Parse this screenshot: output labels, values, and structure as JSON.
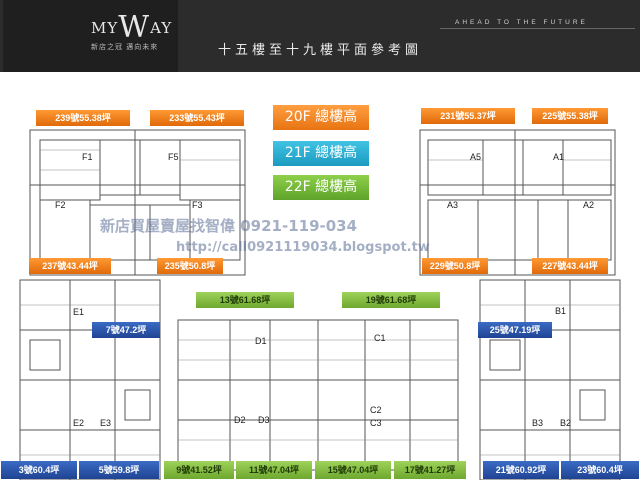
{
  "header": {
    "logo_top": "MY",
    "logo_big": "W",
    "logo_rest": "AY",
    "logo_sub": "新店之冠 邁向未來",
    "tagline": "AHEAD TO THE FUTURE",
    "title": "十五樓至十九樓平面參考圖"
  },
  "floors": {
    "f20": "20F 總樓高",
    "f21": "21F 總樓高",
    "f22": "22F  總樓高"
  },
  "units_top": [
    {
      "label": "239號55.38坪"
    },
    {
      "label": "233號55.43坪"
    },
    {
      "label": "231號55.37坪"
    },
    {
      "label": "225號55.38坪"
    },
    {
      "label": "237號43.44坪"
    },
    {
      "label": "235號50.8坪"
    },
    {
      "label": "229號50.8坪"
    },
    {
      "label": "227號43.44坪"
    }
  ],
  "units_mid": [
    {
      "label": "13號61.68坪"
    },
    {
      "label": "19號61.68坪"
    },
    {
      "label": "7號47.2坪"
    },
    {
      "label": "25號47.19坪"
    }
  ],
  "units_bottom": [
    {
      "label": "3號60.4坪"
    },
    {
      "label": "5號59.8坪"
    },
    {
      "label": "9號41.52坪"
    },
    {
      "label": "11號47.04坪"
    },
    {
      "label": "15號47.04坪"
    },
    {
      "label": "17號41.27坪"
    },
    {
      "label": "21號60.92坪"
    },
    {
      "label": "23號60.4坪"
    }
  ],
  "rooms": [
    "F1",
    "F5",
    "F2",
    "F3",
    "A5",
    "A1",
    "A3",
    "A2",
    "E1",
    "E2",
    "E3",
    "D1",
    "C1",
    "D2",
    "D3",
    "C2",
    "C3",
    "B1",
    "B2",
    "B3"
  ],
  "watermark": "新店買屋賣屋找智偉 0921-119-034",
  "watermark2": "http://call0921119034.blogspot.tw"
}
